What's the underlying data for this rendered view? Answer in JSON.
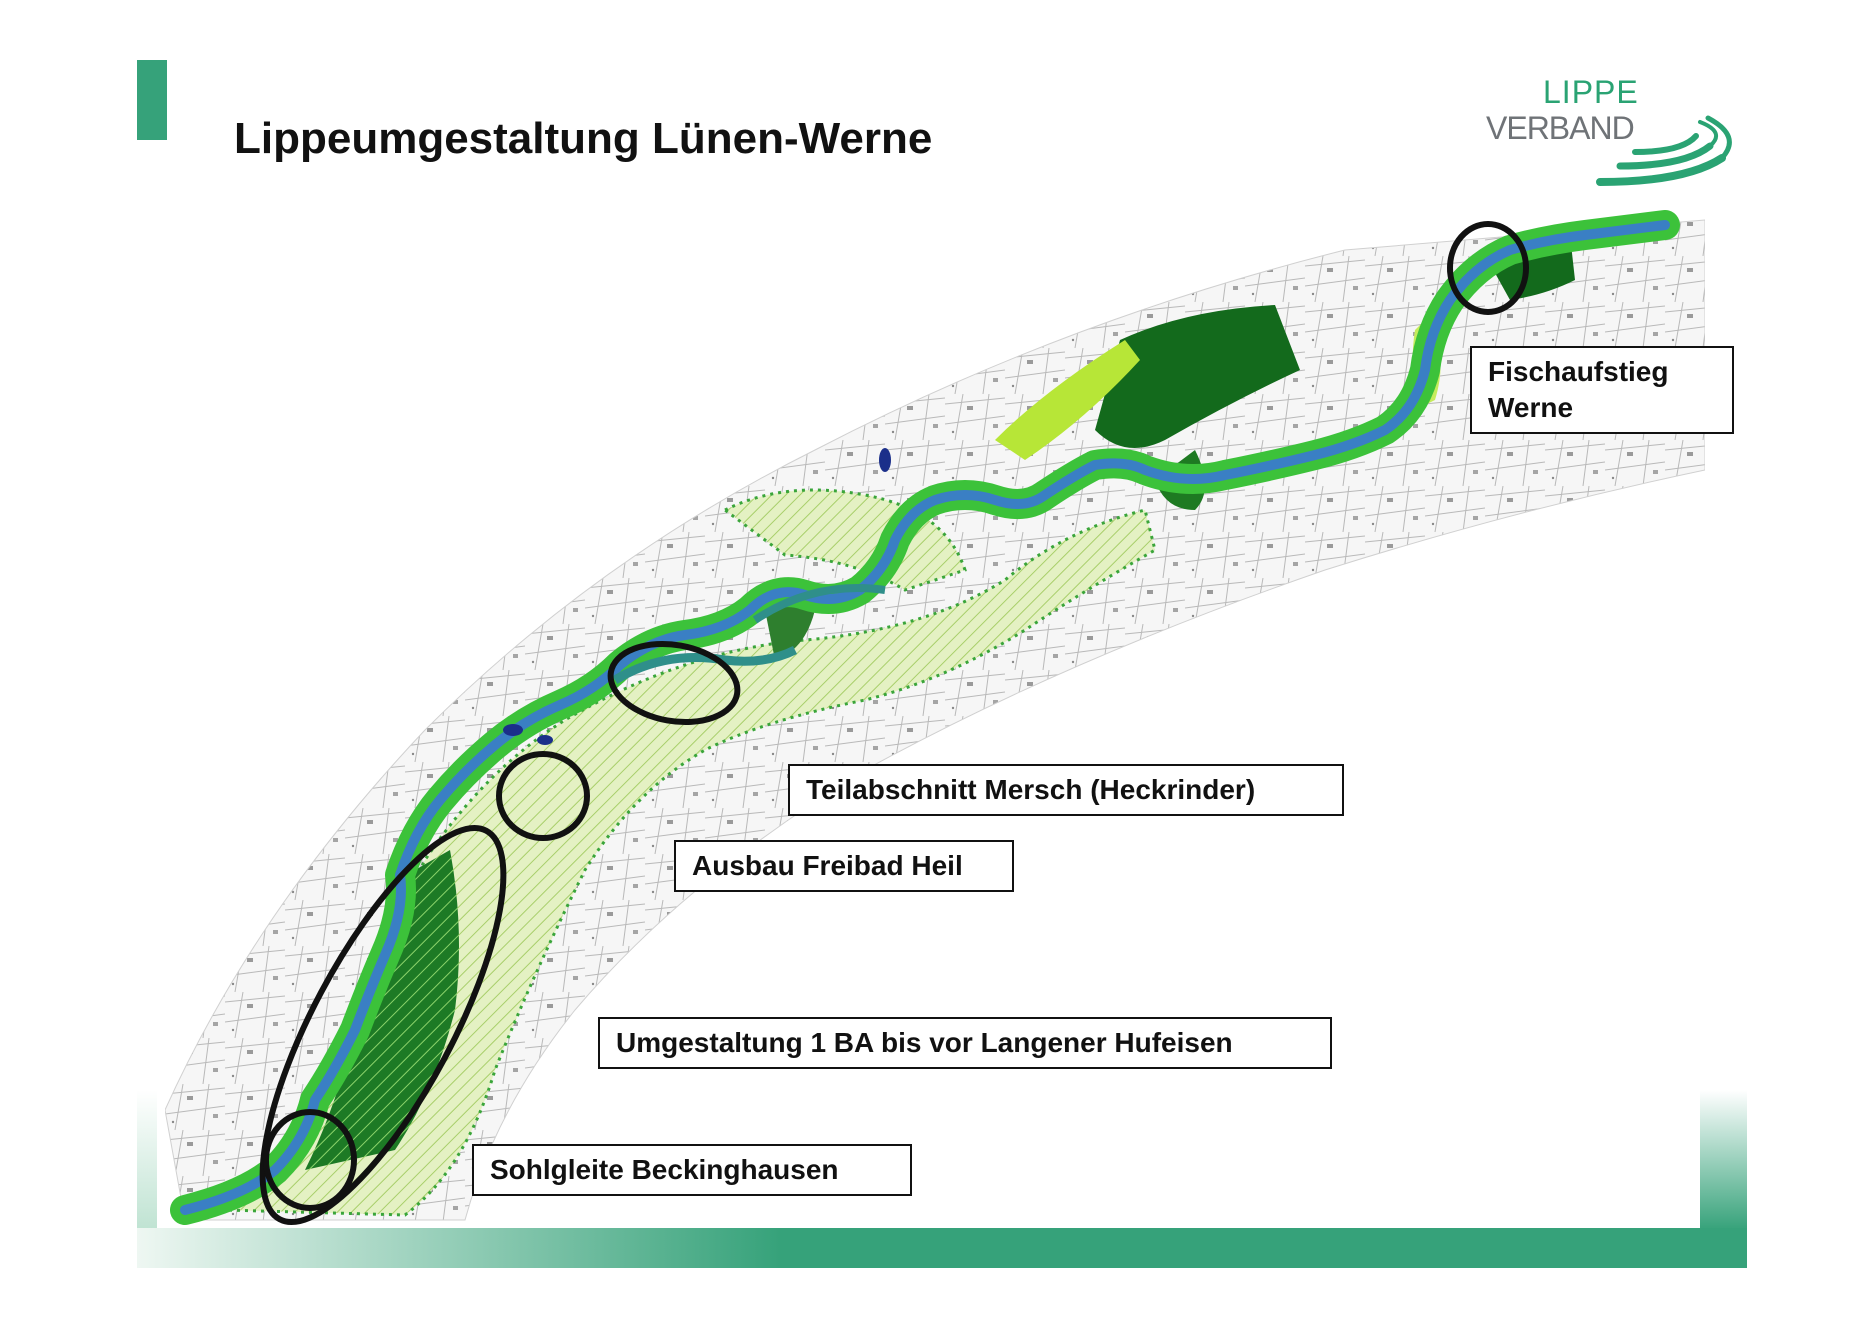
{
  "slide": {
    "title": "Lippeumgestaltung Lünen-Werne"
  },
  "logo": {
    "line1": "LIPPE",
    "line2": "VERBAND",
    "color_green": "#2aa373",
    "color_grey": "#6f7377",
    "icon": "lippeverband-wave-logo"
  },
  "colors": {
    "accent": "#36a27a",
    "river_blue": "#3a7fc4",
    "dark_green": "#136a1c",
    "bright_green": "#39c230",
    "light_green": "#dcedb3",
    "lime": "#b7e637",
    "teal": "#2f8f8a",
    "circle": "#111111"
  },
  "map": {
    "labels": [
      {
        "id": "fischaufstieg",
        "line1": "Fischaufstieg",
        "line2": "Werne"
      },
      {
        "id": "mersch",
        "text": "Teilabschnitt Mersch (Heckrinder)"
      },
      {
        "id": "freibad",
        "text": "Ausbau Freibad Heil"
      },
      {
        "id": "umgestaltung",
        "text": "Umgestaltung 1 BA bis vor Langener Hufeisen"
      },
      {
        "id": "sohlgleite",
        "text": "Sohlgleite Beckinghausen"
      }
    ]
  }
}
